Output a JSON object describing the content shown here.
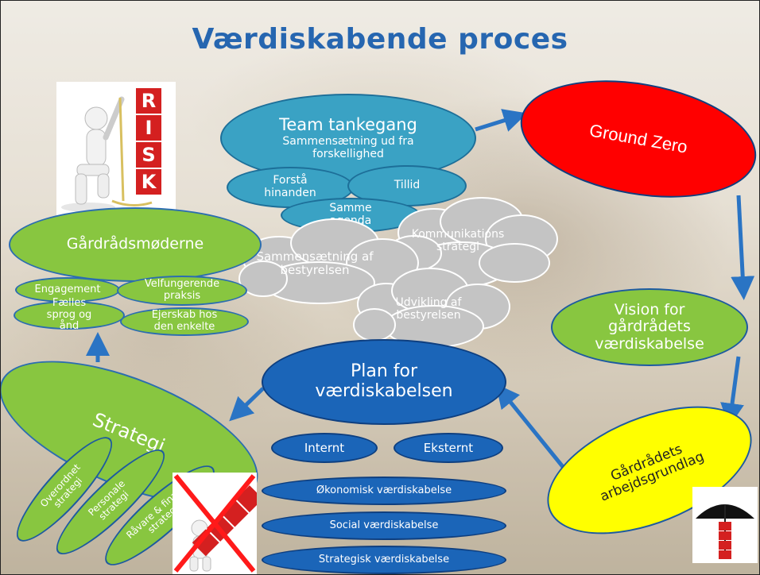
{
  "title": "Værdiskabende proces",
  "team": {
    "title": "Team tankegang",
    "subtitle": "Sammensætning ud fra forskellighed",
    "items": [
      "Forstå hinanden",
      "Tillid",
      "Samme agenda"
    ]
  },
  "ground_zero": "Ground Zero",
  "clouds": [
    "Kommunikations strategi",
    "Sammensætning af bestyrelsen",
    "Udvikling af bestyrelsen"
  ],
  "meetings": {
    "title": "Gårdrådsmøderne",
    "items": [
      "Engagement",
      "Velfungerende praksis",
      "Fælles sprog og ånd",
      "Ejerskab hos den enkelte"
    ]
  },
  "vision": "Vision for gårdrådets værdiskabelse",
  "plan": {
    "title": "Plan for værdiskabelsen",
    "items": [
      "Internt",
      "Eksternt",
      "Økonomisk værdiskabelse",
      "Social værdiskabelse",
      "Strategisk værdiskabelse"
    ]
  },
  "strategy": {
    "title": "Strategi",
    "items": [
      "Overordnet strategi",
      "Personale strategi",
      "Råvare & finans strategi"
    ]
  },
  "arbejdsgrundlag": "Gårdrådets arbejdsgrundlag",
  "risk_letters": [
    "R",
    "I",
    "S",
    "K"
  ],
  "colors": {
    "title": "#2666b0",
    "teal": "#3aa2c4",
    "green": "#88c640",
    "dark_blue": "#1b65b8",
    "red": "#ff0000",
    "yellow": "#ffff00",
    "arrow": "#2a74c4",
    "risk_red": "#d42020"
  }
}
